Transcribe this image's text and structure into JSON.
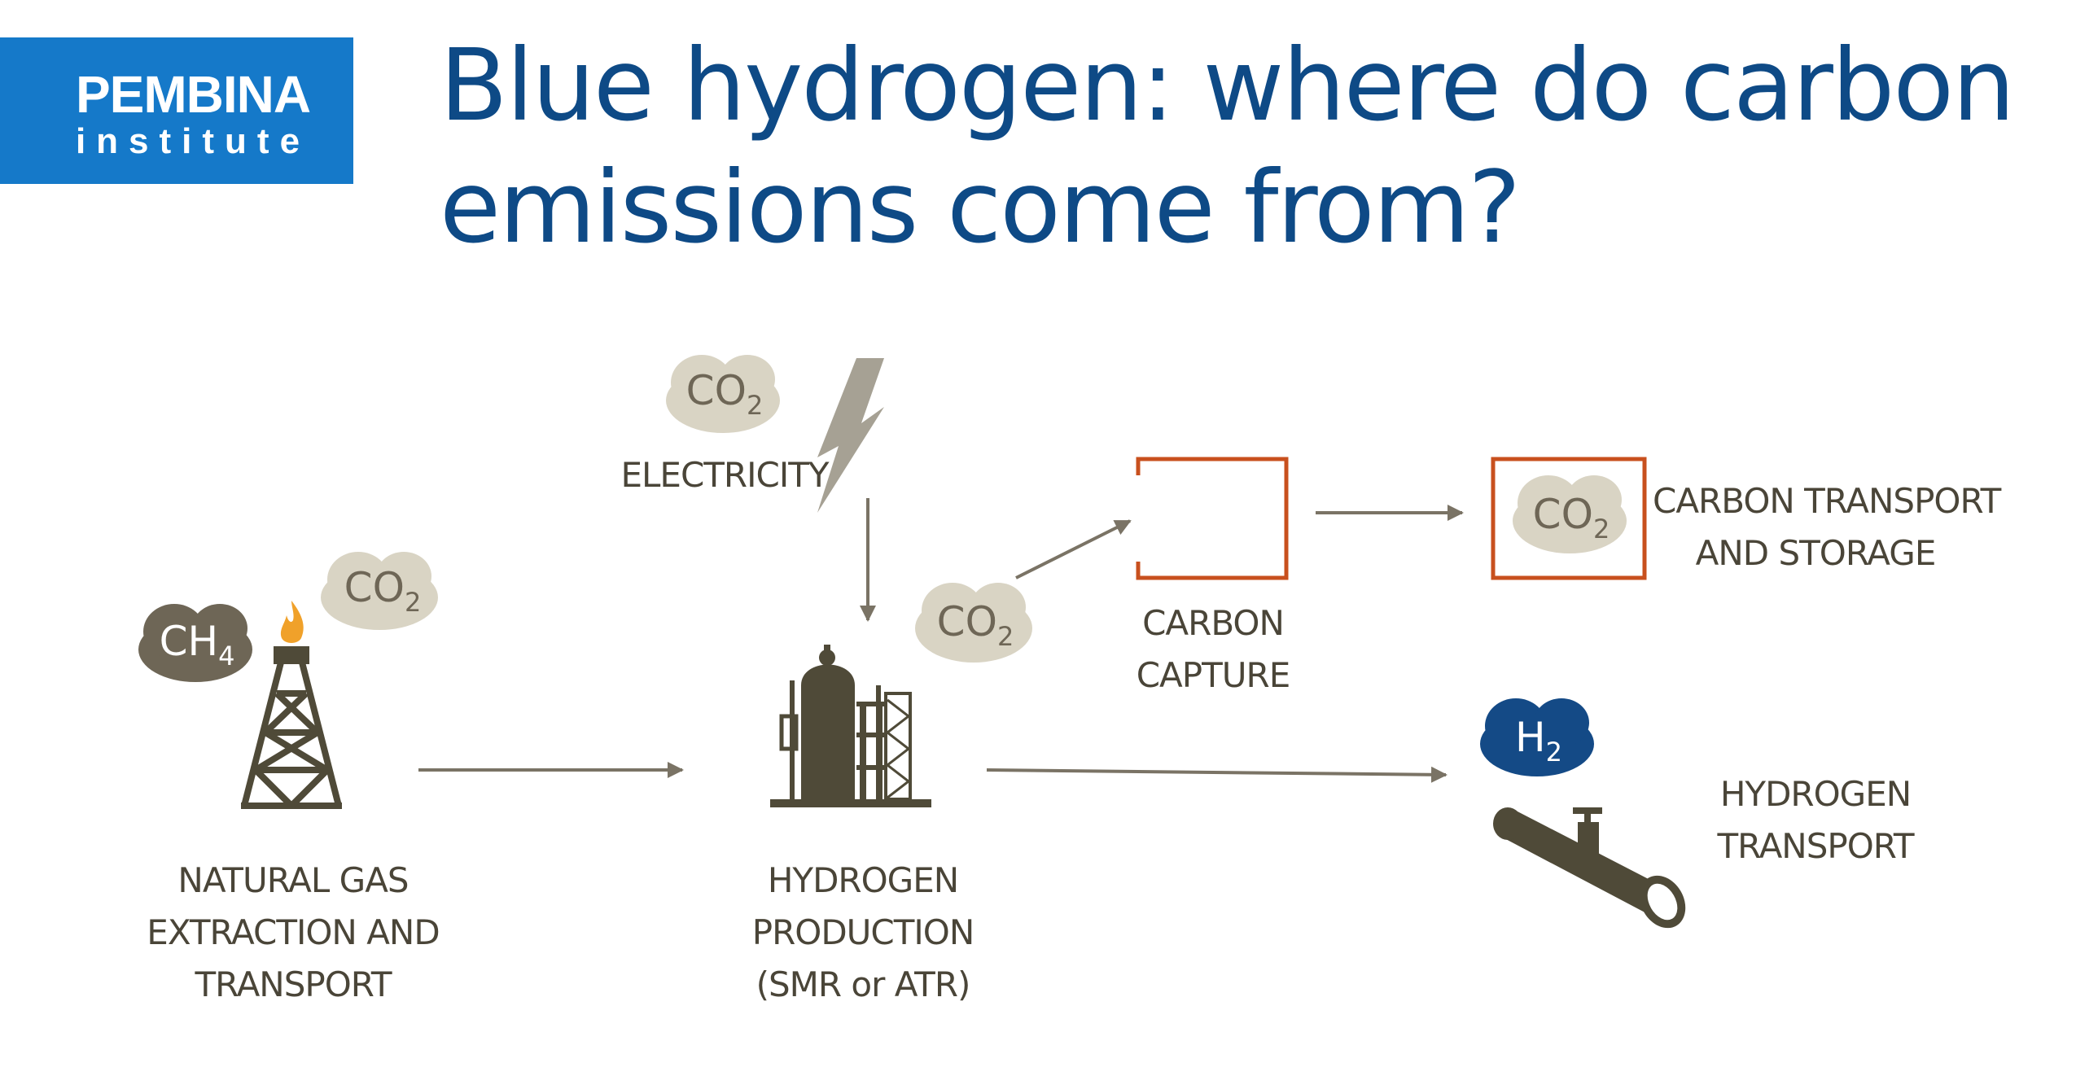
{
  "logo": {
    "word": "PEMBINA",
    "sub": "institute"
  },
  "title": {
    "line1": "Blue hydrogen: where do carbon",
    "line2": "emissions come from?"
  },
  "chem": {
    "co2": "CO",
    "co2_sub": "2",
    "ch4": "CH",
    "ch4_sub": "4",
    "h2": "H",
    "h2_sub": "2"
  },
  "stages": {
    "natural_gas": [
      "NATURAL GAS",
      "EXTRACTION AND",
      "TRANSPORT"
    ],
    "production": [
      "HYDROGEN",
      "PRODUCTION",
      "(SMR or ATR)"
    ],
    "electricity": "ELECTRICITY",
    "capture": [
      "CARBON",
      "CAPTURE"
    ],
    "storage": [
      "CARBON TRANSPORT",
      "AND STORAGE"
    ],
    "h2_transport": [
      "HYDROGEN",
      "TRANSPORT"
    ]
  },
  "colors": {
    "brand_blue": "#1579c9",
    "title_blue": "#0e4a86",
    "arrow": "#7a7365",
    "equipment": "#4f4a38",
    "cloud_light": "#d9d4c4",
    "cloud_dark": "#6e6656",
    "h2_cloud": "#144a86",
    "capture_orange": "#c8501e",
    "flame": "#f0a12a"
  }
}
